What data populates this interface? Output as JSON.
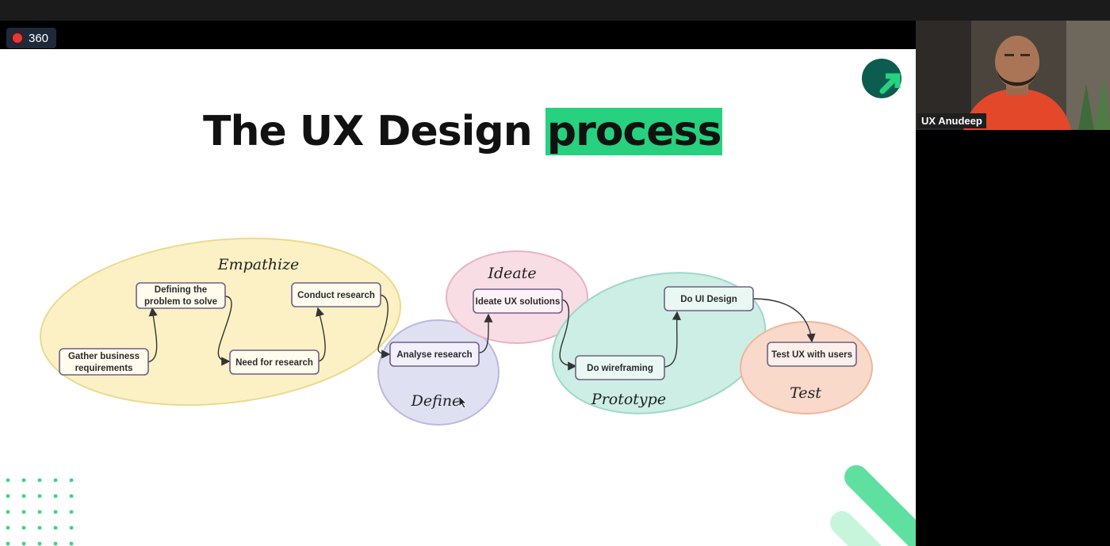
{
  "recording": {
    "label": "360"
  },
  "slide": {
    "title_main": "The UX Design ",
    "title_highlight": "process",
    "colors": {
      "accent": "#27d17f",
      "logo_dark": "#0c5c4f"
    }
  },
  "diagram": {
    "stages": {
      "empathize": "Empathize",
      "ideate": "Ideate",
      "define": "Define",
      "prototype": "Prototype",
      "test": "Test"
    },
    "steps": {
      "gather_line1": "Gather business",
      "gather_line2": "requirements",
      "defining_line1": "Defining the",
      "defining_line2": "problem to solve",
      "need_research": "Need for research",
      "conduct_research": "Conduct research",
      "analyse_research": "Analyse research",
      "ideate_solutions": "Ideate UX solutions",
      "wireframing": "Do wireframing",
      "ui_design": "Do UI Design",
      "test_users": "Test UX with users"
    }
  },
  "participant": {
    "name": "UX Anudeep"
  }
}
